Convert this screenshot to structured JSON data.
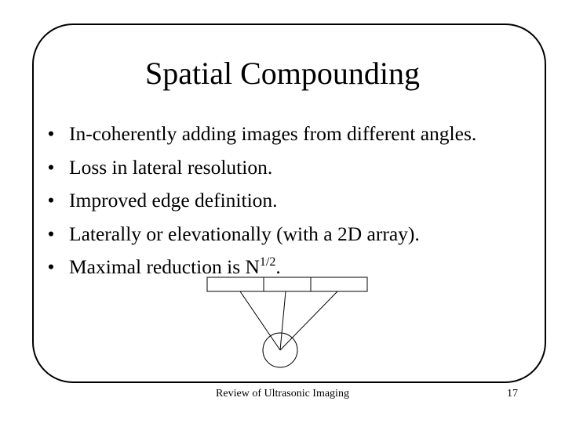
{
  "slide": {
    "title": "Spatial Compounding",
    "bullet_symbol": "•",
    "bullets": [
      {
        "text": "In-coherently adding images from different angles."
      },
      {
        "text": "Loss in lateral resolution."
      },
      {
        "text": "Improved edge definition."
      },
      {
        "text": "Laterally or elevationally (with a 2D array)."
      },
      {
        "text": "Maximal reduction is N",
        "superscript": "1/2",
        "suffix": "."
      }
    ]
  },
  "footer": {
    "title": "Review of Ultrasonic Imaging",
    "page_number": "17"
  }
}
